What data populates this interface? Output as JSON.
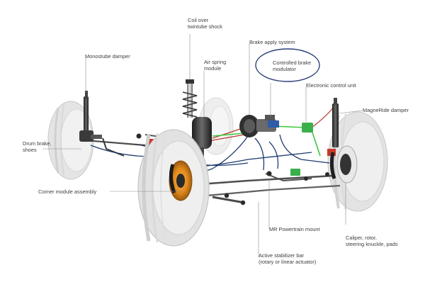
{
  "labels": {
    "coil_over": [
      "Coil over",
      "twintube shock"
    ],
    "monostube_damper": [
      "Monostube damper"
    ],
    "air_spring": [
      "Air spring",
      "module"
    ],
    "brake_apply": [
      "Brake apply system"
    ],
    "controlled_brake": [
      "Controlled brake",
      "modulator"
    ],
    "ecu": [
      "Electronic control unit"
    ],
    "magneride": [
      "MagneRide damper"
    ],
    "drum_brake": [
      "Drum brake,",
      "shoes"
    ],
    "corner_module": [
      "Corner module assembly"
    ],
    "powertrain_mount": [
      "MR Powertrain mount"
    ],
    "caliper": [
      "Caliper, rotor,",
      "steering knuckle, pads"
    ],
    "stabilizer": [
      "Active stabilizer bar",
      "(rotary or linear actuator)"
    ]
  },
  "colors": {
    "label_text": "#3e3e3e",
    "leader_line": "#8a8a8a",
    "highlight_ellipse": "#2a3f78",
    "brake_line": "#1e3a6e",
    "control_wire_green": "#3cc83c",
    "rotor_orange": "#e38a1a",
    "module_red": "#d42a20",
    "module_green": "#3ab04a",
    "component_dark": "#2a2a2a",
    "tire_gray": "#e2e2e2"
  }
}
